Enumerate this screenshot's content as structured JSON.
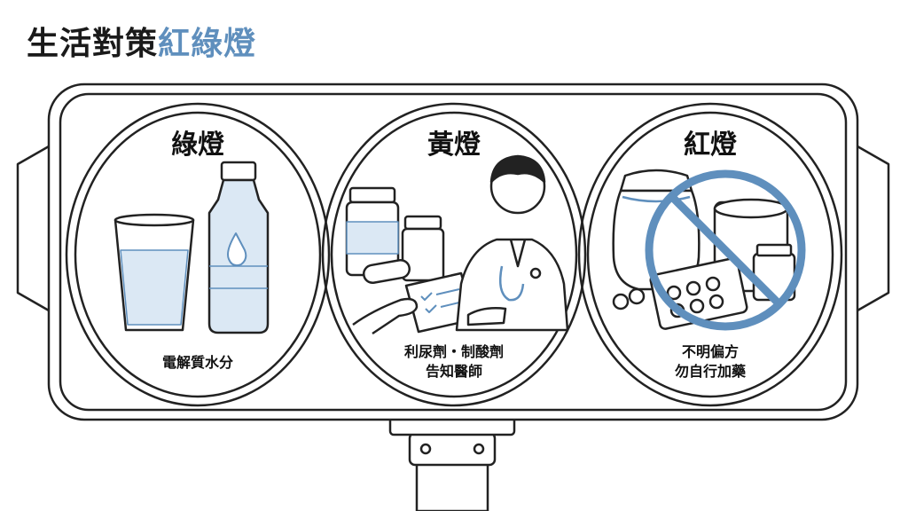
{
  "title": {
    "main": "生活對策",
    "accent": "紅綠燈"
  },
  "colors": {
    "accent": "#5f8fbd",
    "ink": "#222222",
    "water": "#dbe8f4"
  },
  "lights": [
    {
      "heading": "綠燈",
      "caption": [
        "電解質水分"
      ],
      "icons": [
        "water-glass-icon",
        "water-bottle-icon"
      ]
    },
    {
      "heading": "黃燈",
      "caption": [
        "利尿劑・制酸劑",
        "告知醫師"
      ],
      "icons": [
        "medicine-bottle-icon",
        "capsule-icon",
        "checklist-icon",
        "doctor-icon"
      ]
    },
    {
      "heading": "紅燈",
      "caption": [
        "不明偏方",
        "勿自行加藥"
      ],
      "icons": [
        "herbal-jar-icon",
        "supplement-can-icon",
        "pill-blister-icon",
        "prohibited-icon"
      ]
    }
  ]
}
